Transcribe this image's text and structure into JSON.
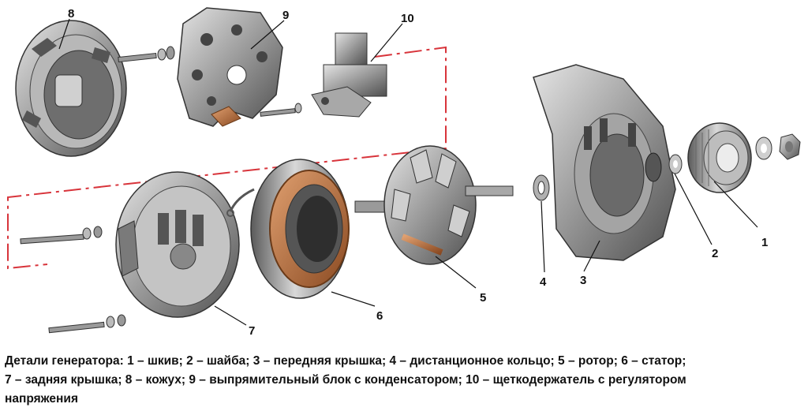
{
  "callouts": {
    "c1": "1",
    "c2": "2",
    "c3": "3",
    "c4": "4",
    "c5": "5",
    "c6": "6",
    "c7": "7",
    "c8": "8",
    "c9": "9",
    "c10": "10"
  },
  "caption": {
    "line1": "Детали генератора: 1 – шкив; 2 – шайба; 3 – передняя крышка; 4 – дистанционное кольцо; 5 – ротор; 6 – статор;",
    "line2": "7 – задняя крышка; 8 – кожух; 9 – выпрямительный блок с конденсатором; 10 – щеткодержатель с регулятором",
    "line3": "напряжения"
  },
  "colors": {
    "metal_dark": "#4a4a4a",
    "metal_mid": "#8c8c8c",
    "metal_light": "#cfcfcf",
    "copper": "#b5703f",
    "assembly_line": "#d8343b"
  }
}
